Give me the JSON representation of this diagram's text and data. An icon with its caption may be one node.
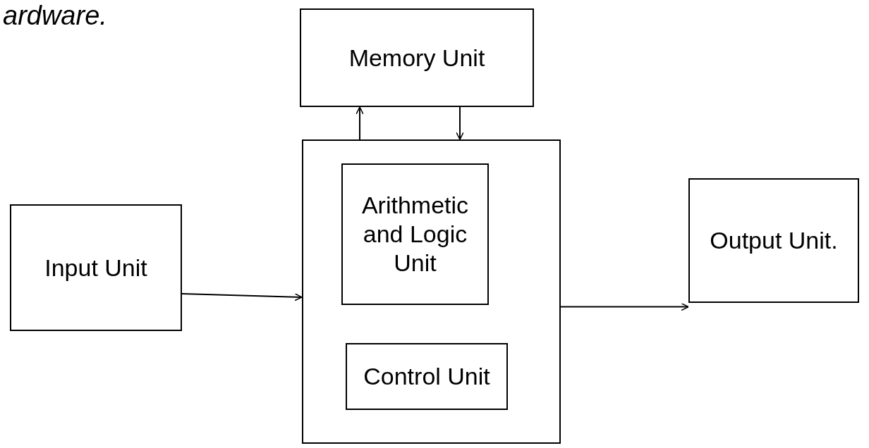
{
  "diagram": {
    "nodes": [
      {
        "text": [
          "Memory Unit"
        ]
      },
      {
        "text": [],
        "shape": "box"
      },
      {
        "text": [
          "Arithmetic and Logic Unit"
        ],
        "in": 1
      },
      {
        "text": [
          "Control Unit"
        ],
        "in": 1
      },
      {
        "text": [
          "Input Unit"
        ]
      },
      {
        "text": [
          "Output Unit."
        ]
      }
    ],
    "edges": [
      {
        "from": 1,
        "to": 0,
        "arrow": "to"
      },
      {
        "from": 0,
        "to": 1,
        "arrow": "to"
      },
      {
        "from": 4,
        "to": 1,
        "arrow": "to"
      },
      {
        "from": 1,
        "to": 5,
        "arrow": "to"
      }
    ],
    "labels": [
      "ardware."
    ]
  }
}
